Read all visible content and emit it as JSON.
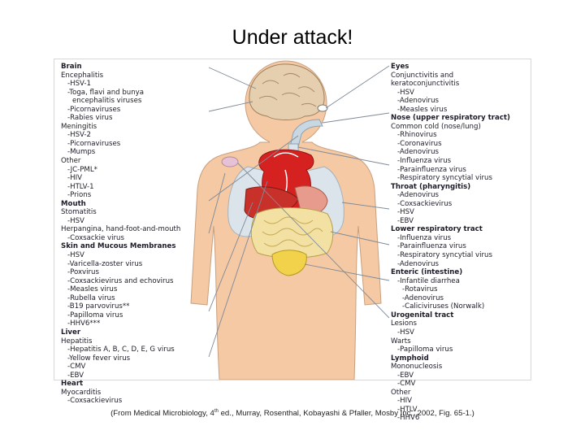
{
  "title": "Under attack!",
  "caption": {
    "pre": "(From Medical Microbiology, 4",
    "sup": "th",
    "post": " ed., Murray, Rosenthal, Kobayashi & Pfaller, Mosby Inc., 2002, Fig. 65-1.)"
  },
  "left_labels": [
    {
      "text": "Brain",
      "style": "h"
    },
    {
      "text": "Encephalitis",
      "style": ""
    },
    {
      "text": "-HSV-1",
      "style": "i"
    },
    {
      "text": "-Toga, flavi and bunya",
      "style": "i"
    },
    {
      "text": "encephalitis viruses",
      "style": "ii"
    },
    {
      "text": "-Picornaviruses",
      "style": "i"
    },
    {
      "text": "-Rabies virus",
      "style": "i"
    },
    {
      "text": "Meningitis",
      "style": ""
    },
    {
      "text": "-HSV-2",
      "style": "i"
    },
    {
      "text": "-Picornaviruses",
      "style": "i"
    },
    {
      "text": "-Mumps",
      "style": "i"
    },
    {
      "text": "Other",
      "style": ""
    },
    {
      "text": "-JC-PML*",
      "style": "i"
    },
    {
      "text": "-HIV",
      "style": "i"
    },
    {
      "text": "-HTLV-1",
      "style": "i"
    },
    {
      "text": "-Prions",
      "style": "i"
    },
    {
      "text": "Mouth",
      "style": "h"
    },
    {
      "text": "Stomatitis",
      "style": ""
    },
    {
      "text": "-HSV",
      "style": "i"
    },
    {
      "text": "Herpangina, hand-foot-and-mouth",
      "style": ""
    },
    {
      "text": "-Coxsackie virus",
      "style": "i"
    },
    {
      "text": "Skin and Mucous Membranes",
      "style": "h"
    },
    {
      "text": "-HSV",
      "style": "i"
    },
    {
      "text": "-Varicella-zoster virus",
      "style": "i"
    },
    {
      "text": "-Poxvirus",
      "style": "i"
    },
    {
      "text": "-Coxsackievirus and echovirus",
      "style": "i"
    },
    {
      "text": "-Measles virus",
      "style": "i"
    },
    {
      "text": "-Rubella virus",
      "style": "i"
    },
    {
      "text": "-B19 parvovirus**",
      "style": "i"
    },
    {
      "text": "-Papilloma virus",
      "style": "i"
    },
    {
      "text": "-HHV6***",
      "style": "i"
    },
    {
      "text": "Liver",
      "style": "h"
    },
    {
      "text": "Hepatitis",
      "style": ""
    },
    {
      "text": "-Hepatitis A, B, C, D, E, G virus",
      "style": "i"
    },
    {
      "text": "-Yellow fever virus",
      "style": "i"
    },
    {
      "text": "-CMV",
      "style": "i"
    },
    {
      "text": "-EBV",
      "style": "i"
    },
    {
      "text": "Heart",
      "style": "h"
    },
    {
      "text": "Myocarditis",
      "style": ""
    },
    {
      "text": "-Coxsackievirus",
      "style": "i"
    }
  ],
  "right_labels": [
    {
      "text": "Eyes",
      "style": "h"
    },
    {
      "text": "Conjunctivitis and",
      "style": ""
    },
    {
      "text": "keratoconjunctivitis",
      "style": ""
    },
    {
      "text": "-HSV",
      "style": "i"
    },
    {
      "text": "-Adenovirus",
      "style": "i"
    },
    {
      "text": "-Measles virus",
      "style": "i"
    },
    {
      "text": "Nose (upper respiratory tract)",
      "style": "h"
    },
    {
      "text": "Common cold (nose/lung)",
      "style": ""
    },
    {
      "text": "-Rhinovirus",
      "style": "i"
    },
    {
      "text": "-Coronavirus",
      "style": "i"
    },
    {
      "text": "-Adenovirus",
      "style": "i"
    },
    {
      "text": "-Influenza virus",
      "style": "i"
    },
    {
      "text": "-Parainfluenza virus",
      "style": "i"
    },
    {
      "text": "-Respiratory syncytial virus",
      "style": "i"
    },
    {
      "text": "Throat (pharyngitis)",
      "style": "h"
    },
    {
      "text": "-Adenovirus",
      "style": "i"
    },
    {
      "text": "-Coxsackievirus",
      "style": "i"
    },
    {
      "text": "-HSV",
      "style": "i"
    },
    {
      "text": "-EBV",
      "style": "i"
    },
    {
      "text": "Lower respiratory tract",
      "style": "h"
    },
    {
      "text": "-Influenza virus",
      "style": "i"
    },
    {
      "text": "-Parainfluenza virus",
      "style": "i"
    },
    {
      "text": "-Respiratory syncytial virus",
      "style": "i"
    },
    {
      "text": "-Adenovirus",
      "style": "i"
    },
    {
      "text": "Enteric (intestine)",
      "style": "h"
    },
    {
      "text": "-Infantile diarrhea",
      "style": "i"
    },
    {
      "text": "-Rotavirus",
      "style": "ii"
    },
    {
      "text": "-Adenovirus",
      "style": "ii"
    },
    {
      "text": "-Caliciviruses (Norwalk)",
      "style": "ii"
    },
    {
      "text": "Urogenital tract",
      "style": "h"
    },
    {
      "text": "Lesions",
      "style": ""
    },
    {
      "text": "-HSV",
      "style": "i"
    },
    {
      "text": "Warts",
      "style": ""
    },
    {
      "text": "-Papilloma virus",
      "style": "i"
    },
    {
      "text": "Lymphoid",
      "style": "h"
    },
    {
      "text": "Mononucleosis",
      "style": ""
    },
    {
      "text": "-EBV",
      "style": "i"
    },
    {
      "text": "-CMV",
      "style": "i"
    },
    {
      "text": "Other",
      "style": ""
    },
    {
      "text": "-HIV",
      "style": "i"
    },
    {
      "text": "-HTLV",
      "style": "i"
    },
    {
      "text": "-HHV6",
      "style": "i"
    }
  ],
  "colors": {
    "skin": "#f4c9a3",
    "brain": "#e6cfae",
    "heart": "#d62121",
    "liver": "#c8302a",
    "intestine": "#f2e1a2",
    "bladder": "#f1d24a",
    "lung": "#dbe4ea",
    "leader": "#7f8a99"
  }
}
